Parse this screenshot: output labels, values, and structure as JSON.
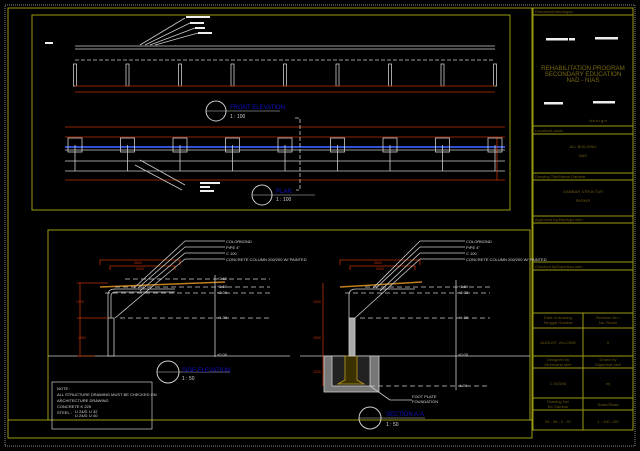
{
  "title_block": {
    "remarks_label": "Remarks/Keterangan",
    "project_line1": "REHABILITATION PROGRAM",
    "project_line2": "SECONDARY EDUCATION",
    "project_line3": "NAD - NIAS",
    "logo_tag": "d e s i g n",
    "location_label": "Location/Lokasi",
    "location_line1": "ALL BUILDING",
    "location_line2": "NAD",
    "drawing_title_label": "Drawing Title/Nama Gambar",
    "drawing_title_line1": "GAMBAR STRUKTUR",
    "drawing_title_line2": "PARKIR",
    "approved_label": "Approved by/Disetujui oleh",
    "checked_label": "Checked by/Diperiksa oleh",
    "date_label1": "Date of drawing",
    "date_label2": "Tanggal Gambar",
    "revision_label1": "Revision No /",
    "revision_label2": "No. Revisi",
    "date_value": "AUGUST, 2nd 2006",
    "revision_value": "0",
    "designed_label1": "Designed by",
    "designed_label2": "Direncana oleh",
    "drawn_label1": "Drawn by",
    "drawn_label2": "Digambar oleh",
    "designed_value": "C 003/06",
    "drawn_value": "mj",
    "drawing_no_label1": "Drawing No/",
    "drawing_no_label2": "No Gambar",
    "scale_label": "Scale/Skala",
    "drawing_no_value": "04 - 06 - 0 - 01",
    "scale_value": "1 : 100, 150"
  },
  "views": {
    "front_elevation": {
      "title": "FRONT ELEVATION",
      "scale": "1 : 100"
    },
    "plan": {
      "title": "PLAN",
      "scale": "1 : 100"
    },
    "side_elevation": {
      "title": "SIDE ELEVATION",
      "scale": "1 : 50"
    },
    "section": {
      "title": "SECTION A-A",
      "scale": "1 : 50"
    }
  },
  "callouts": {
    "colorbond": "COLORBOND",
    "pipe": "PIPE 4\"",
    "c100": "C 100",
    "column": "CONCRETE COLUMN 200/200 W/ PAINTED",
    "foot_plate": "FOOT PLATE",
    "foundation": "FOUNDATION"
  },
  "levels": [
    "+2.60",
    "+2.50",
    "+2.00",
    "+1.00",
    "±0.00",
    "-1.00"
  ],
  "dims": {
    "d1": "3600",
    "d2": "3000",
    "d3": "1000",
    "d4": "1500",
    "d5": "1000"
  },
  "notes": {
    "heading": "NOTE :",
    "line1": "ALL STRUCTURE DRAWING MUST BE CHECKED ON",
    "line2": "ARCHITECTURE DRAWING",
    "line3": "CONCRETE K 225",
    "steel_label": "STEEL :",
    "steel_1": "U 24/D",
    "steel_2": "U 32",
    "steel_3": "U 24/D",
    "steel_4": "U 40"
  }
}
